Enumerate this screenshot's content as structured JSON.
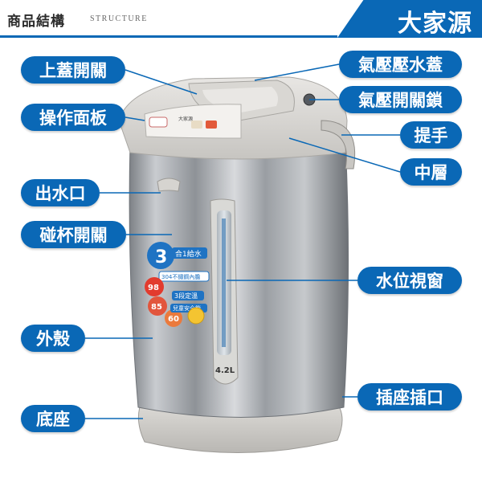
{
  "header": {
    "title": "商品結構",
    "subtitle": "Structure",
    "brand": "大家源"
  },
  "colors": {
    "accent": "#0a68b6",
    "label_text": "#ffffff"
  },
  "labels": {
    "top_lid_switch": "上蓋開關",
    "control_panel": "操作面板",
    "water_outlet": "出水口",
    "cup_switch": "碰杯開關",
    "outer_shell": "外殼",
    "base": "底座",
    "air_pump_lid": "氣壓壓水蓋",
    "air_pump_lock": "氣壓開關鎖",
    "handle": "提手",
    "middle_layer": "中層",
    "water_window": "水位視窗",
    "power_socket": "插座插口"
  },
  "product": {
    "badge_number": "3",
    "badge_title": "合1給水",
    "badge_steel": "304不鏽鋼內膽",
    "badge_temp": "3段定溫",
    "badge_safety": "兒童安全鎖",
    "temp_98": "98",
    "temp_85": "85",
    "temp_60": "60",
    "capacity": "4.2L",
    "panel_brand": "大家源"
  }
}
